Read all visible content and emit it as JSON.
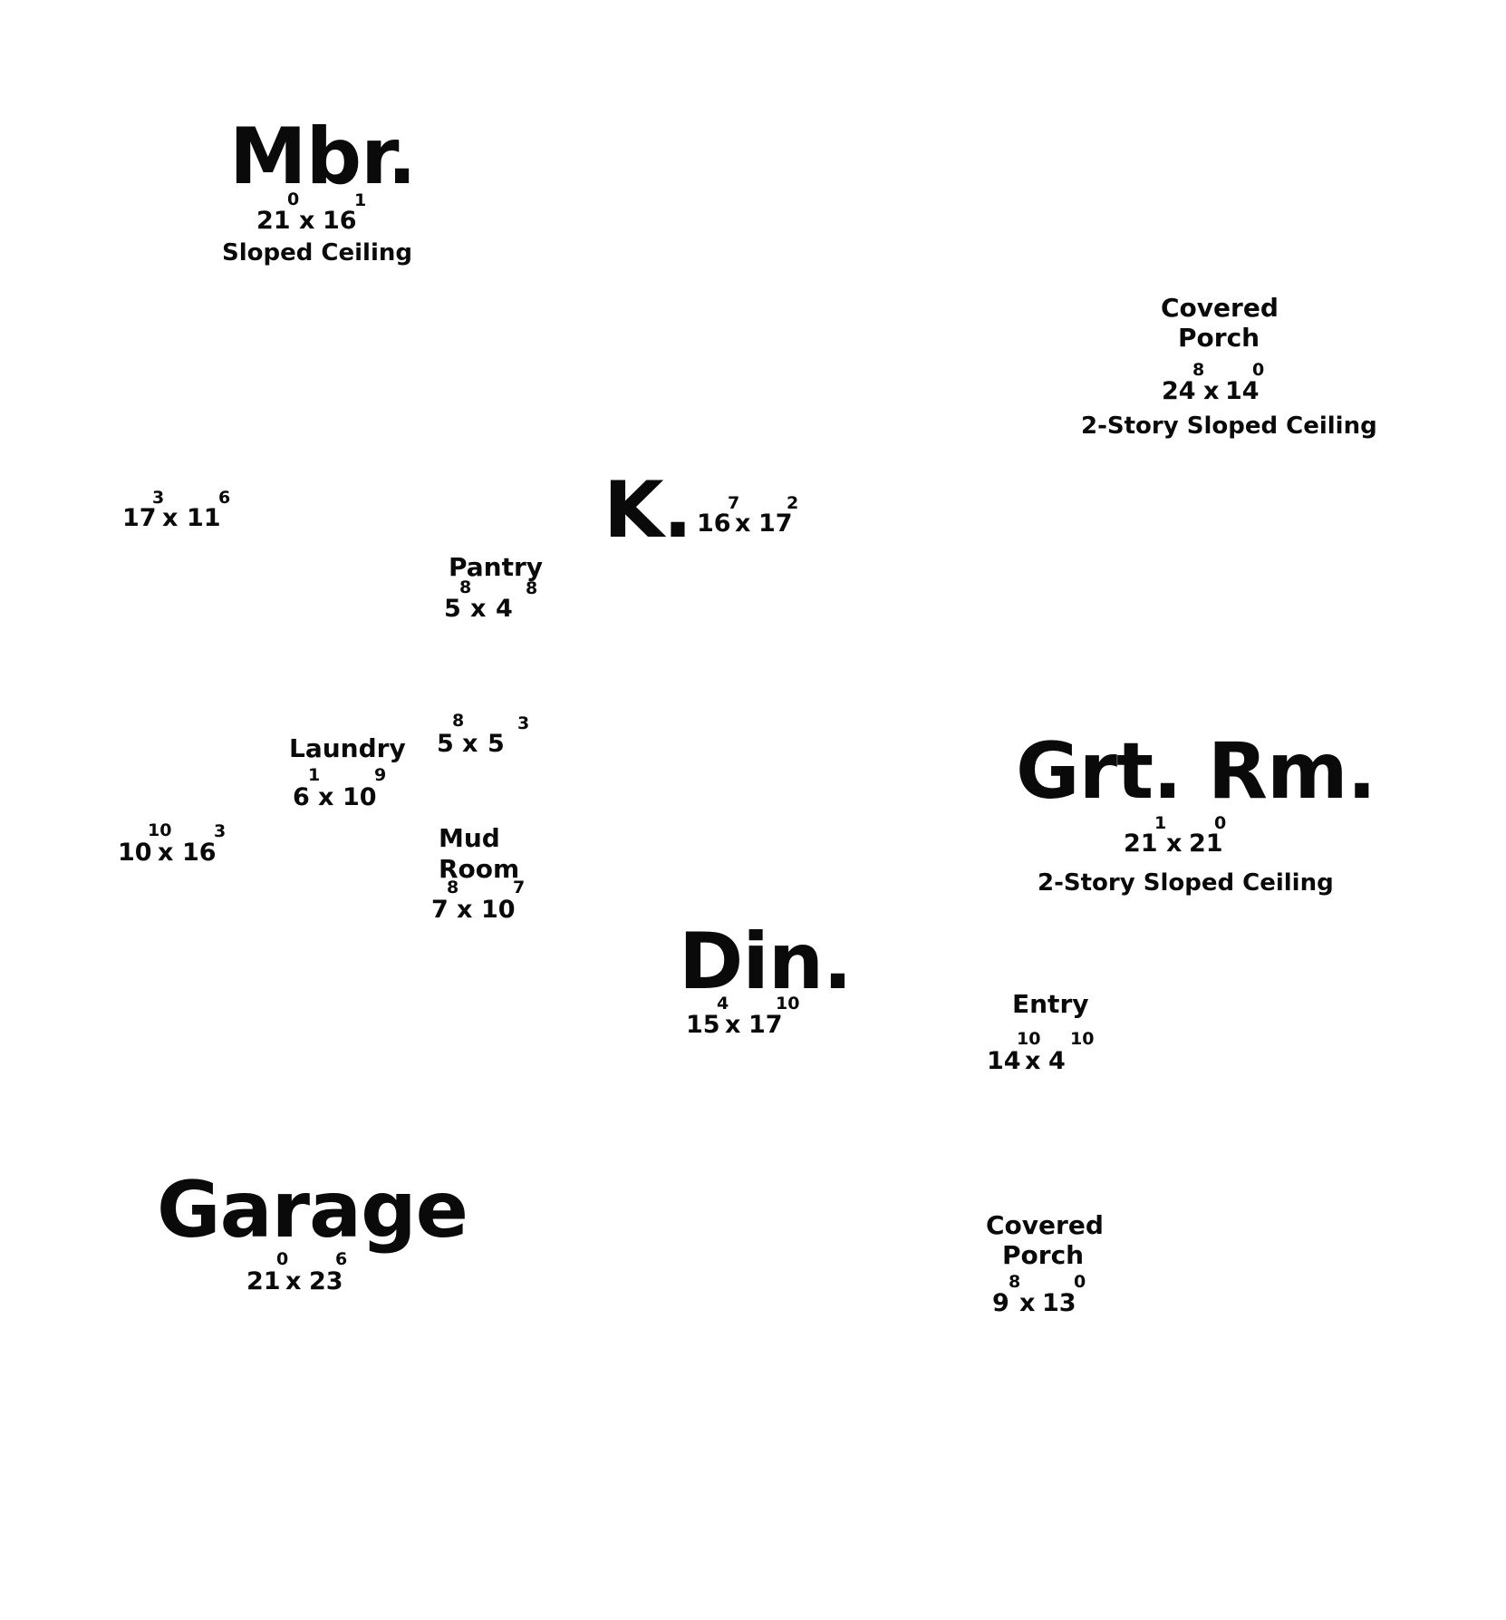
{
  "rooms": {
    "mbr": {
      "name": "Mbr.",
      "dim_a": "21",
      "sup_a": "0",
      "x": "x",
      "dim_b": "16",
      "sup_b": "1",
      "note": "Sloped Ceiling"
    },
    "porch_top": {
      "name_1": "Covered",
      "name_2": "Porch",
      "dim_a": "24",
      "sup_a": "8",
      "x": "x",
      "dim_b": "14",
      "sup_b": "0",
      "note": "2-Story Sloped Ceiling"
    },
    "unnamed_1": {
      "dim_a": "17",
      "sup_a": "3",
      "x": "x",
      "dim_b": "11",
      "sup_b": "6"
    },
    "kitchen": {
      "name": "K.",
      "dim_a": "16",
      "sup_a": "7",
      "x": "x",
      "dim_b": "17",
      "sup_b": "2"
    },
    "pantry": {
      "name": "Pantry",
      "dim_a": "5",
      "sup_a": "8",
      "x": "x",
      "dim_b": "4",
      "sup_b": "8"
    },
    "unnamed_2": {
      "dim_a": "5",
      "sup_a": "8",
      "x": "x",
      "dim_b": "5",
      "sup_b": "3"
    },
    "laundry": {
      "name": "Laundry",
      "dim_a": "6",
      "sup_a": "1",
      "x": "x",
      "dim_b": "10",
      "sup_b": "9"
    },
    "unnamed_3": {
      "dim_a": "10",
      "sup_a": "10",
      "x": "x",
      "dim_b": "16",
      "sup_b": "3"
    },
    "mud_room": {
      "name_1": "Mud",
      "name_2": "Room",
      "dim_a": "7",
      "sup_a": "8",
      "x": "x",
      "dim_b": "10",
      "sup_b": "7"
    },
    "great_room": {
      "name": "Grt. Rm.",
      "dim_a": "21",
      "sup_a": "1",
      "x": "x",
      "dim_b": "21",
      "sup_b": "0",
      "note": "2-Story Sloped Ceiling"
    },
    "dining": {
      "name": "Din.",
      "dim_a": "15",
      "sup_a": "4",
      "x": "x",
      "dim_b": "17",
      "sup_b": "10"
    },
    "entry": {
      "name": "Entry",
      "dim_a": "14",
      "sup_a": "10",
      "x": "x",
      "dim_b": "4",
      "sup_b": "10"
    },
    "garage": {
      "name": "Garage",
      "dim_a": "21",
      "sup_a": "0",
      "x": "x",
      "dim_b": "23",
      "sup_b": "6"
    },
    "porch_bottom": {
      "name_1": "Covered",
      "name_2": "Porch",
      "dim_a": "9",
      "sup_a": "8",
      "x": "x",
      "dim_b": "13",
      "sup_b": "0"
    }
  }
}
